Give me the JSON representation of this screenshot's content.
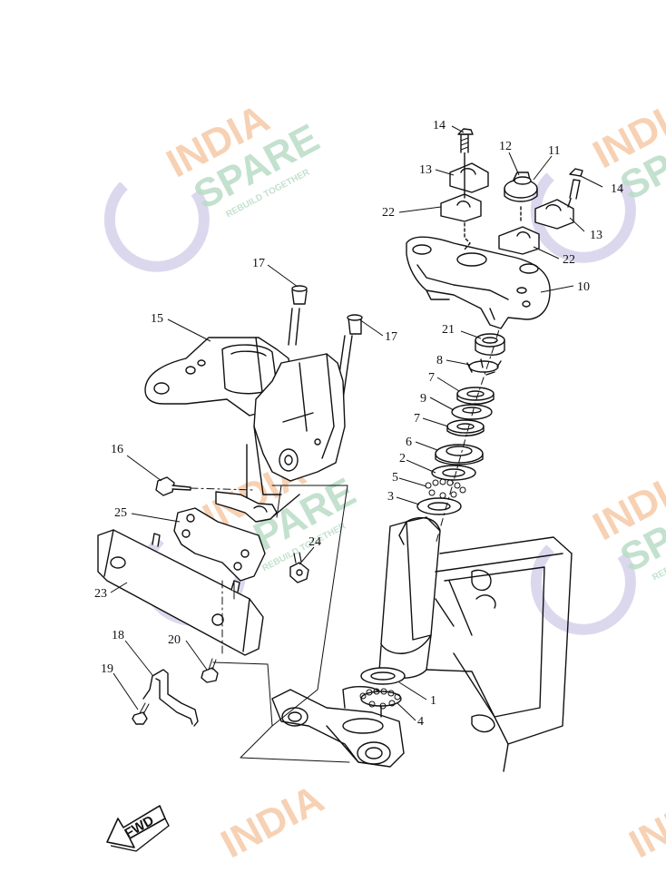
{
  "diagram": {
    "part_labels": [
      {
        "id": "p14a",
        "text": "14"
      },
      {
        "id": "p13a",
        "text": "13"
      },
      {
        "id": "p22a",
        "text": "22"
      },
      {
        "id": "p12",
        "text": "12"
      },
      {
        "id": "p11",
        "text": "11"
      },
      {
        "id": "p14b",
        "text": "14"
      },
      {
        "id": "p13b",
        "text": "13"
      },
      {
        "id": "p22b",
        "text": "22"
      },
      {
        "id": "p10",
        "text": "10"
      },
      {
        "id": "p17a",
        "text": "17"
      },
      {
        "id": "p15",
        "text": "15"
      },
      {
        "id": "p17b",
        "text": "17"
      },
      {
        "id": "p21",
        "text": "21"
      },
      {
        "id": "p8",
        "text": "8"
      },
      {
        "id": "p7a",
        "text": "7"
      },
      {
        "id": "p9",
        "text": "9"
      },
      {
        "id": "p7b",
        "text": "7"
      },
      {
        "id": "p6",
        "text": "6"
      },
      {
        "id": "p2",
        "text": "2"
      },
      {
        "id": "p5",
        "text": "5"
      },
      {
        "id": "p3",
        "text": "3"
      },
      {
        "id": "p16",
        "text": "16"
      },
      {
        "id": "p25",
        "text": "25"
      },
      {
        "id": "p24",
        "text": "24"
      },
      {
        "id": "p23",
        "text": "23"
      },
      {
        "id": "p18",
        "text": "18"
      },
      {
        "id": "p20",
        "text": "20"
      },
      {
        "id": "p19",
        "text": "19"
      },
      {
        "id": "p1",
        "text": "1"
      },
      {
        "id": "p4",
        "text": "4"
      }
    ],
    "fwd_label": "FWD",
    "watermark": {
      "line1": "INDIA",
      "line2": "SPARE",
      "tagline": "REBUILD TOGETHER",
      "color_orange": "#f6c9a6",
      "color_green": "#b9dcc6",
      "color_purple": "#cfcbe8"
    }
  }
}
